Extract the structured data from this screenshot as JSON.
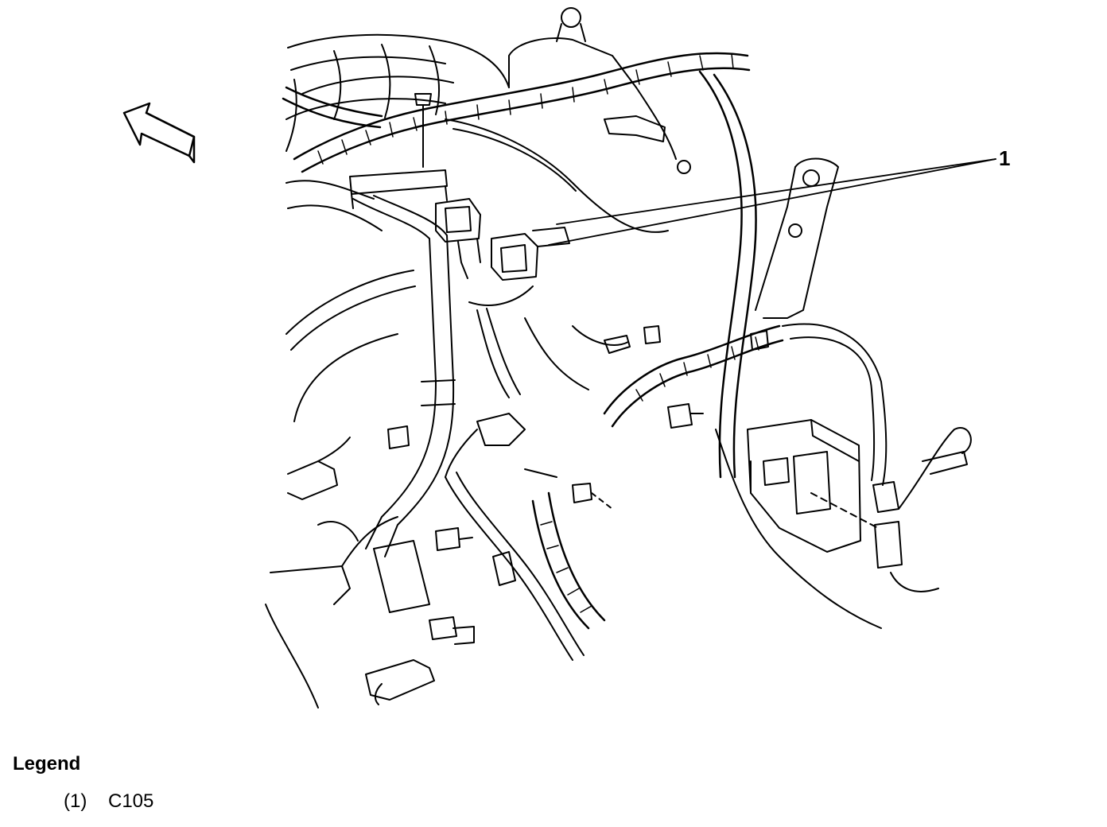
{
  "diagram": {
    "callouts": [
      {
        "number": "1"
      }
    ]
  },
  "legend": {
    "title": "Legend",
    "items": [
      {
        "number": "(1)",
        "label": "C105"
      }
    ]
  }
}
